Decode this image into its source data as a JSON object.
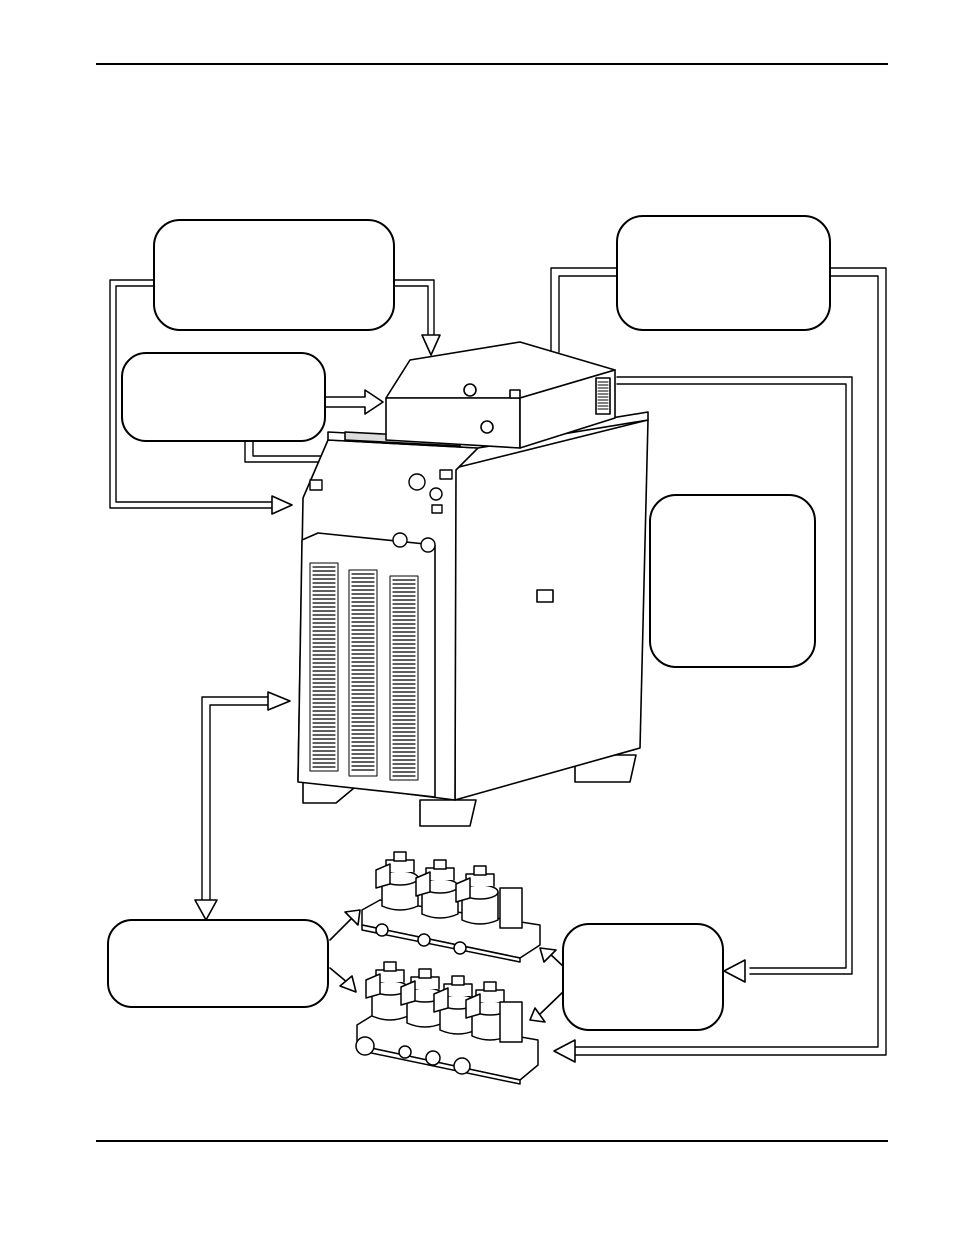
{
  "page": {
    "background": "#ffffff",
    "line_color": "#000000"
  },
  "diagram": {
    "callout_boxes": [
      {
        "id": "callout-top-left",
        "text": ""
      },
      {
        "id": "callout-mid-left",
        "text": ""
      },
      {
        "id": "callout-top-right",
        "text": ""
      },
      {
        "id": "callout-right-side",
        "text": ""
      },
      {
        "id": "callout-bottom-left",
        "text": ""
      },
      {
        "id": "callout-bottom-right",
        "text": ""
      }
    ],
    "equipment": [
      {
        "id": "power-supply-cabinet",
        "icon": "power-supply-cabinet-icon"
      },
      {
        "id": "top-control-module",
        "icon": "control-module-icon"
      },
      {
        "id": "solenoid-manifold-upper",
        "icon": "solenoid-valve-manifold-icon"
      },
      {
        "id": "solenoid-manifold-lower",
        "icon": "solenoid-valve-manifold-icon"
      }
    ]
  }
}
